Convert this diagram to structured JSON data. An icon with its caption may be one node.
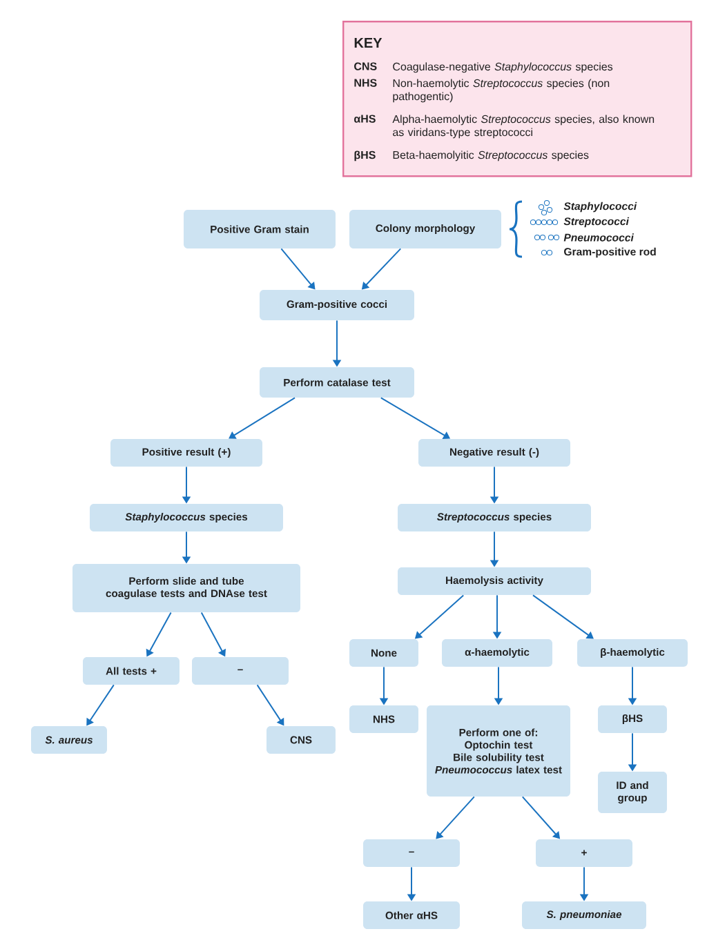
{
  "diagram": {
    "nodes": [
      {
        "text": [
          "KEY",
          "CNS",
          "Coagulase-negative *Staphylococcus* species",
          "NHS",
          "Non-haemolytic *Streptococcus* species (non pathogentic)",
          "αHS",
          "Alpha-haemolytic *Streptococcus* species, also known as viridans-type streptococci",
          "βHS",
          "Beta-haemolyitic *Streptococcus* species"
        ]
      },
      {
        "text": [
          "Positive Gram stain"
        ]
      },
      {
        "text": [
          "Colony morphology"
        ]
      },
      {
        "text": [
          "Gram-positive cocci"
        ]
      },
      {
        "text": [
          "Perform catalase test"
        ]
      },
      {
        "text": [
          "Positive result (+)"
        ]
      },
      {
        "text": [
          "Negative result (-)"
        ]
      },
      {
        "text": [
          "*Staphylococcus* species"
        ]
      },
      {
        "text": [
          "*Streptococcus* species"
        ]
      },
      {
        "text": [
          "Perform slide and tube coagulase tests and DNAse test"
        ]
      },
      {
        "text": [
          "Haemolysis activity"
        ]
      },
      {
        "text": [
          "None"
        ]
      },
      {
        "text": [
          "α-haemolytic"
        ]
      },
      {
        "text": [
          "β-haemolytic"
        ]
      },
      {
        "text": [
          "All tests +"
        ]
      },
      {
        "text": [
          "–"
        ]
      },
      {
        "text": [
          "NHS"
        ]
      },
      {
        "text": [
          "Perform one of:",
          "Optochin test",
          "Bile solubility test",
          "*Pneumococcus* latex test"
        ]
      },
      {
        "text": [
          "βHS"
        ]
      },
      {
        "text": [
          "S. aureus"
        ]
      },
      {
        "text": [
          "CNS"
        ]
      },
      {
        "text": [
          "ID and group"
        ]
      },
      {
        "text": [
          "–"
        ]
      },
      {
        "text": [
          "+"
        ]
      },
      {
        "text": [
          "Other αHS"
        ]
      },
      {
        "text": [
          "S. pneumoniae"
        ]
      }
    ],
    "edges": [
      {
        "from": 1,
        "to": 3,
        "arrow": "to"
      },
      {
        "from": 2,
        "to": 3,
        "arrow": "to"
      },
      {
        "from": 3,
        "to": 4,
        "arrow": "to"
      },
      {
        "from": 4,
        "to": 5,
        "arrow": "to"
      },
      {
        "from": 4,
        "to": 6,
        "arrow": "to"
      },
      {
        "from": 5,
        "to": 7,
        "arrow": "to"
      },
      {
        "from": 6,
        "to": 8,
        "arrow": "to"
      },
      {
        "from": 7,
        "to": 9,
        "arrow": "to"
      },
      {
        "from": 8,
        "to": 10,
        "arrow": "to"
      },
      {
        "from": 9,
        "to": 14,
        "arrow": "to"
      },
      {
        "from": 9,
        "to": 15,
        "arrow": "to"
      },
      {
        "from": 10,
        "to": 11,
        "arrow": "to"
      },
      {
        "from": 10,
        "to": 12,
        "arrow": "to"
      },
      {
        "from": 10,
        "to": 13,
        "arrow": "to"
      },
      {
        "from": 11,
        "to": 16,
        "arrow": "to"
      },
      {
        "from": 12,
        "to": 17,
        "arrow": "to"
      },
      {
        "from": 13,
        "to": 18,
        "arrow": "to"
      },
      {
        "from": 14,
        "to": 19,
        "arrow": "to"
      },
      {
        "from": 15,
        "to": 20,
        "arrow": "to"
      },
      {
        "from": 18,
        "to": 21,
        "arrow": "to"
      },
      {
        "from": 17,
        "to": 22,
        "arrow": "to"
      },
      {
        "from": 17,
        "to": 23,
        "arrow": "to"
      },
      {
        "from": 22,
        "to": 24,
        "arrow": "to"
      },
      {
        "from": 23,
        "to": 25,
        "arrow": "to"
      }
    ],
    "legend": [
      {
        "text": "Staphylococci"
      },
      {
        "text": "Streptococci"
      },
      {
        "text": "Pneumococci"
      },
      {
        "text": "Gram-positive rod"
      }
    ]
  }
}
